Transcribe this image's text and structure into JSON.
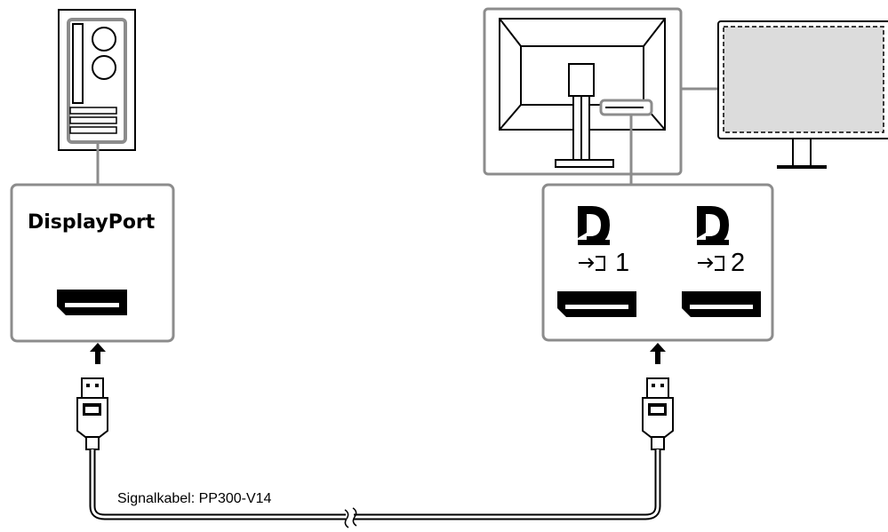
{
  "pc": {
    "port_label": "DisplayPort"
  },
  "monitor": {
    "inputs": [
      {
        "number": "1",
        "icon": "displayport-logo-icon",
        "input_icon": "input-arrow-icon"
      },
      {
        "number": "2",
        "icon": "displayport-logo-icon",
        "input_icon": "input-arrow-icon"
      }
    ]
  },
  "cable": {
    "label": "Signalkabel: PP300-V14"
  },
  "colors": {
    "outline_gray": "#8c8c8c",
    "screen_fill": "#dcdcdc",
    "black": "#000000"
  }
}
